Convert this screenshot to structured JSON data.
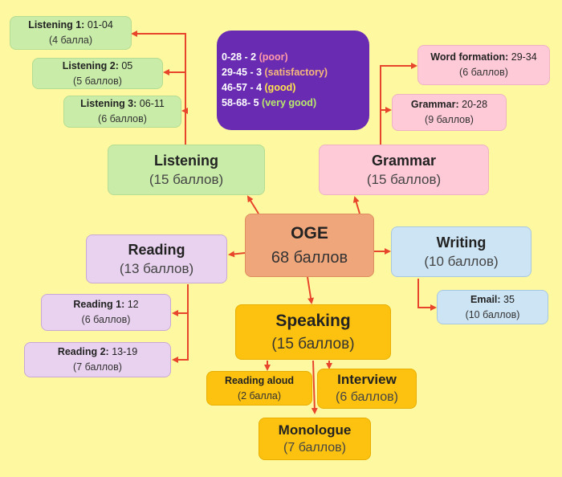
{
  "legend": {
    "rows": [
      {
        "score": "0-28 - 2",
        "label": "(poor)",
        "color": "#FF9AA8"
      },
      {
        "score": "29-45 - 3",
        "label": "(satisfactory)",
        "color": "#F5B87A"
      },
      {
        "score": "46-57 - 4",
        "label": "(good)",
        "color": "#FFE24D"
      },
      {
        "score": "58-68- 5",
        "label": "(very good)",
        "color": "#B8E86A"
      }
    ]
  },
  "nodes": {
    "oge": {
      "title": "OGE",
      "points": "68 баллов"
    },
    "listening": {
      "title": "Listening",
      "points": "(15 баллов)"
    },
    "grammar": {
      "title": "Grammar",
      "points": "(15 баллов)"
    },
    "reading": {
      "title": "Reading",
      "points": "(13 баллов)"
    },
    "writing": {
      "title": "Writing",
      "points": "(10 баллов)"
    },
    "speaking": {
      "title": "Speaking",
      "points": "(15 баллов)"
    },
    "interview": {
      "title": "Interview",
      "points": "(6 баллов)"
    },
    "monologue": {
      "title": "Monologue",
      "points": "(7 баллов)"
    }
  },
  "subnodes": {
    "listening1": {
      "name": "Listening 1:",
      "range": " 01-04",
      "points": "(4 балла)"
    },
    "listening2": {
      "name": "Listening 2:",
      "range": " 05",
      "points": "(5 баллов)"
    },
    "listening3": {
      "name": "Listening 3:",
      "range": " 06-11",
      "points": "(6 баллов)"
    },
    "word_formation": {
      "name": "Word formation:",
      "range": " 29-34",
      "points": "(6 баллов)"
    },
    "grammar_task": {
      "name": "Grammar:",
      "range": " 20-28",
      "points": "(9 баллов)"
    },
    "reading1": {
      "name": "Reading 1:",
      "range": " 12",
      "points": "(6 баллов)"
    },
    "reading2": {
      "name": "Reading 2:",
      "range": " 13-19",
      "points": "(7 баллов)"
    },
    "email": {
      "name": "Email:",
      "range": " 35",
      "points": "(10 баллов)"
    },
    "reading_aloud": {
      "name": "Reading aloud",
      "range": "",
      "points": "(2 балла)"
    }
  },
  "colors": {
    "connector": "#E8462C",
    "legend_bg": "#6A2BB3",
    "background": "#FEF8A0"
  }
}
